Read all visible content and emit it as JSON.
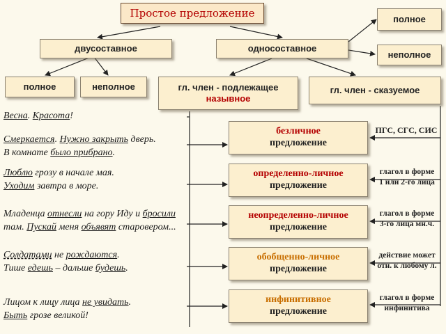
{
  "title": "Простое предложение",
  "level1": {
    "two_part": "двусоставное",
    "one_part": "односоставное"
  },
  "level2": {
    "full": "полное",
    "incomplete": "неполное",
    "main_subject_prefix": "гл. член - подлежащее",
    "nominative": "назывное",
    "main_predicate": "гл. член - сказуемое",
    "right_full": "полное",
    "right_incomplete": "неполное"
  },
  "types": [
    {
      "name": "безличное",
      "sub": "предложение"
    },
    {
      "name": "определенно-личное",
      "sub": "предложение"
    },
    {
      "name": "неопределенно-личное",
      "sub": "предложение"
    },
    {
      "name": "обобщенно-личное",
      "sub": "предложение"
    },
    {
      "name": "инфинитивное",
      "sub": "предложение"
    }
  ],
  "notes": {
    "n1": "ПГС, СГС, СИС",
    "n2a": "глагол в форме",
    "n2b": "1 или 2-го лица",
    "n3a": "глагол в форме",
    "n3b": "3-го лица мн.ч.",
    "n4a": "действие может",
    "n4b": "отн. к любому л.",
    "n5a": "глагол в форме",
    "n5b": "инфинитива"
  },
  "examples": {
    "e0": [
      "Весна",
      ". ",
      "Красота",
      "!"
    ],
    "e1a": [
      "Смеркается",
      ". ",
      "Нужно закрыть",
      " дверь."
    ],
    "e1b": [
      "В комнате ",
      "было прибрано",
      "."
    ],
    "e2a": [
      "Люблю",
      " грозу в начале мая."
    ],
    "e2b": [
      "Уходим",
      " завтра в море."
    ],
    "e3a": [
      "Младенца ",
      "отнесли",
      " на гору Иду и ",
      "бросили"
    ],
    "e3b": [
      "там. ",
      "Пускай",
      " меня ",
      "объявят",
      " старовером..."
    ],
    "e4a": [
      "Солдатами",
      " не ",
      "рождаются",
      "."
    ],
    "e4b": [
      "Тише ",
      "едешь",
      " – дальше ",
      "будешь",
      "."
    ],
    "e5a": [
      "Лицом к лицу лица ",
      "не увидать",
      "."
    ],
    "e5b": [
      "Быть",
      " грозе великой!"
    ]
  }
}
